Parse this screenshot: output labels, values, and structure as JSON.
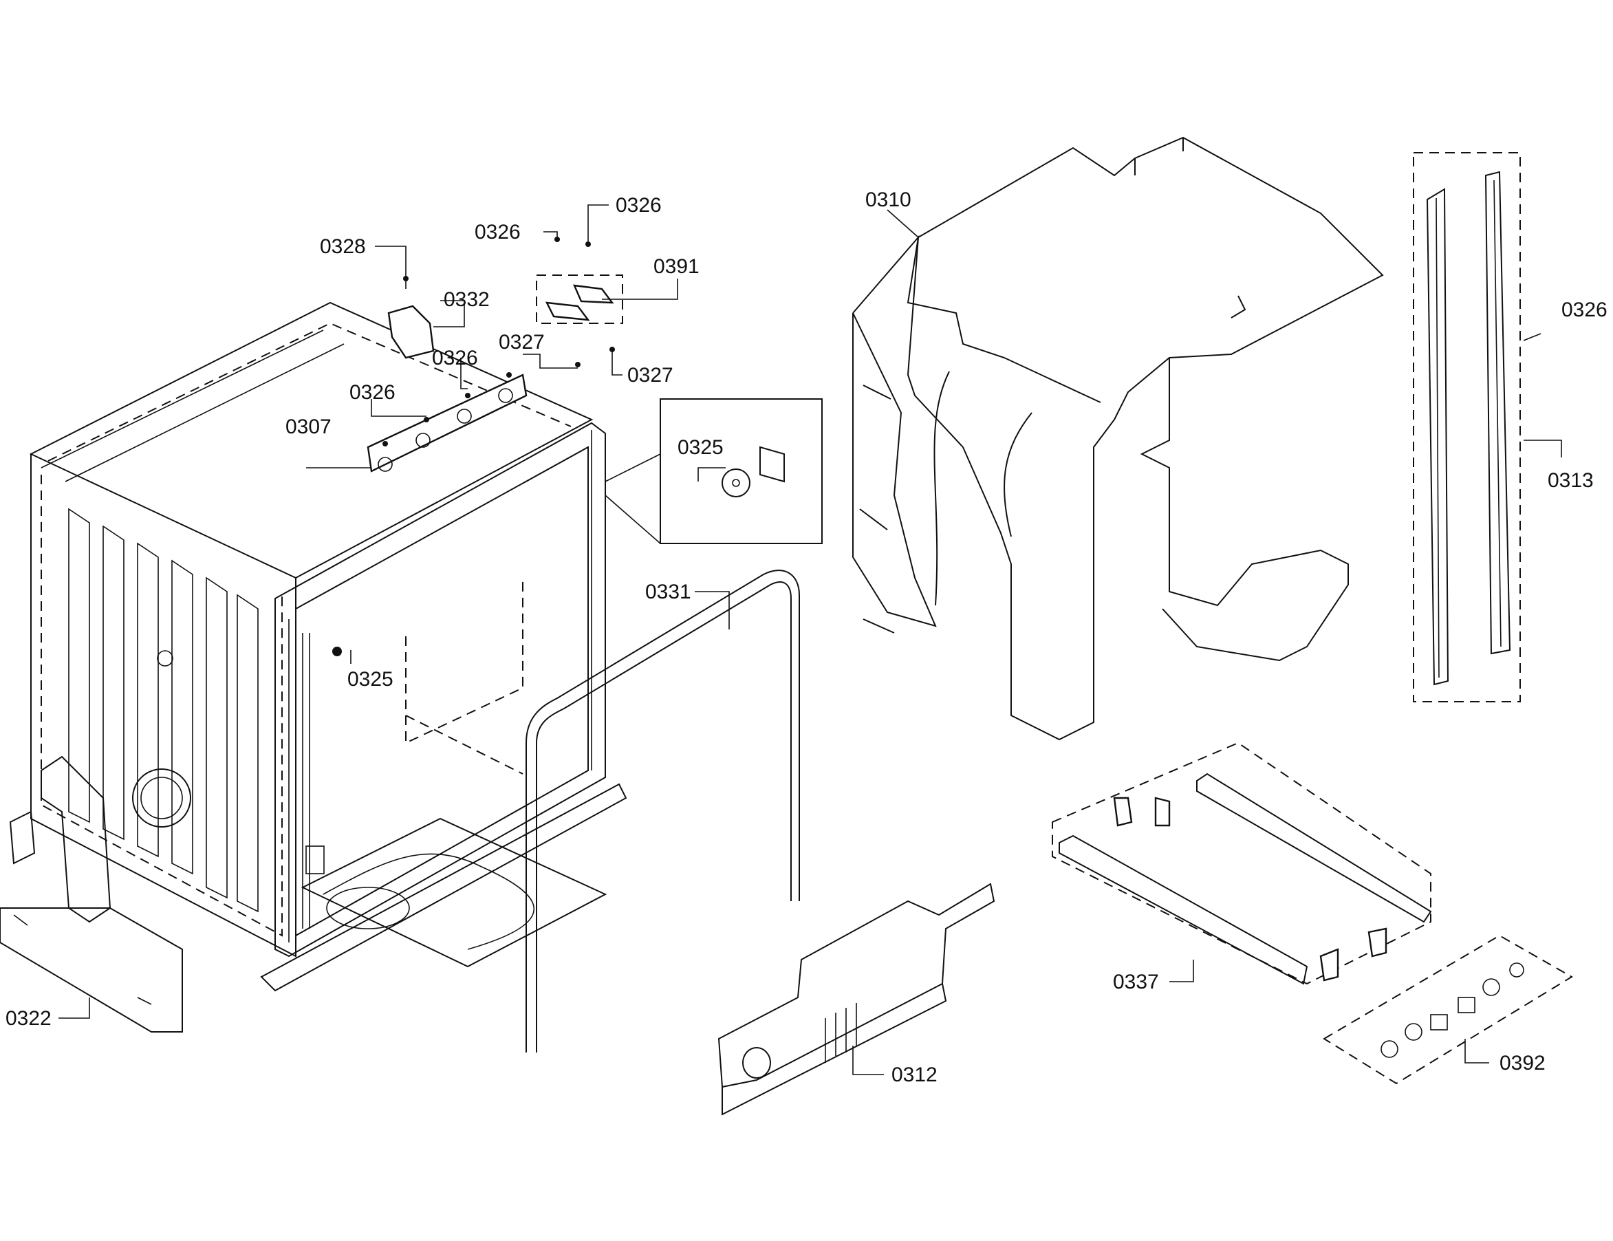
{
  "callouts": {
    "c0328": "0328",
    "c0326_a": "0326",
    "c0326_b": "0326",
    "c0391": "0391",
    "c0332": "0332",
    "c0327_a": "0327",
    "c0327_b": "0327",
    "c0326_c": "0326",
    "c0326_d": "0326",
    "c0307": "0307",
    "c0325_a": "0325",
    "c0325_b": "0325",
    "c0331": "0331",
    "c0322": "0322",
    "c0310": "0310",
    "c0326_e": "0326",
    "c0313": "0313",
    "c0337": "0337",
    "c0392": "0392",
    "c0312": "0312"
  }
}
